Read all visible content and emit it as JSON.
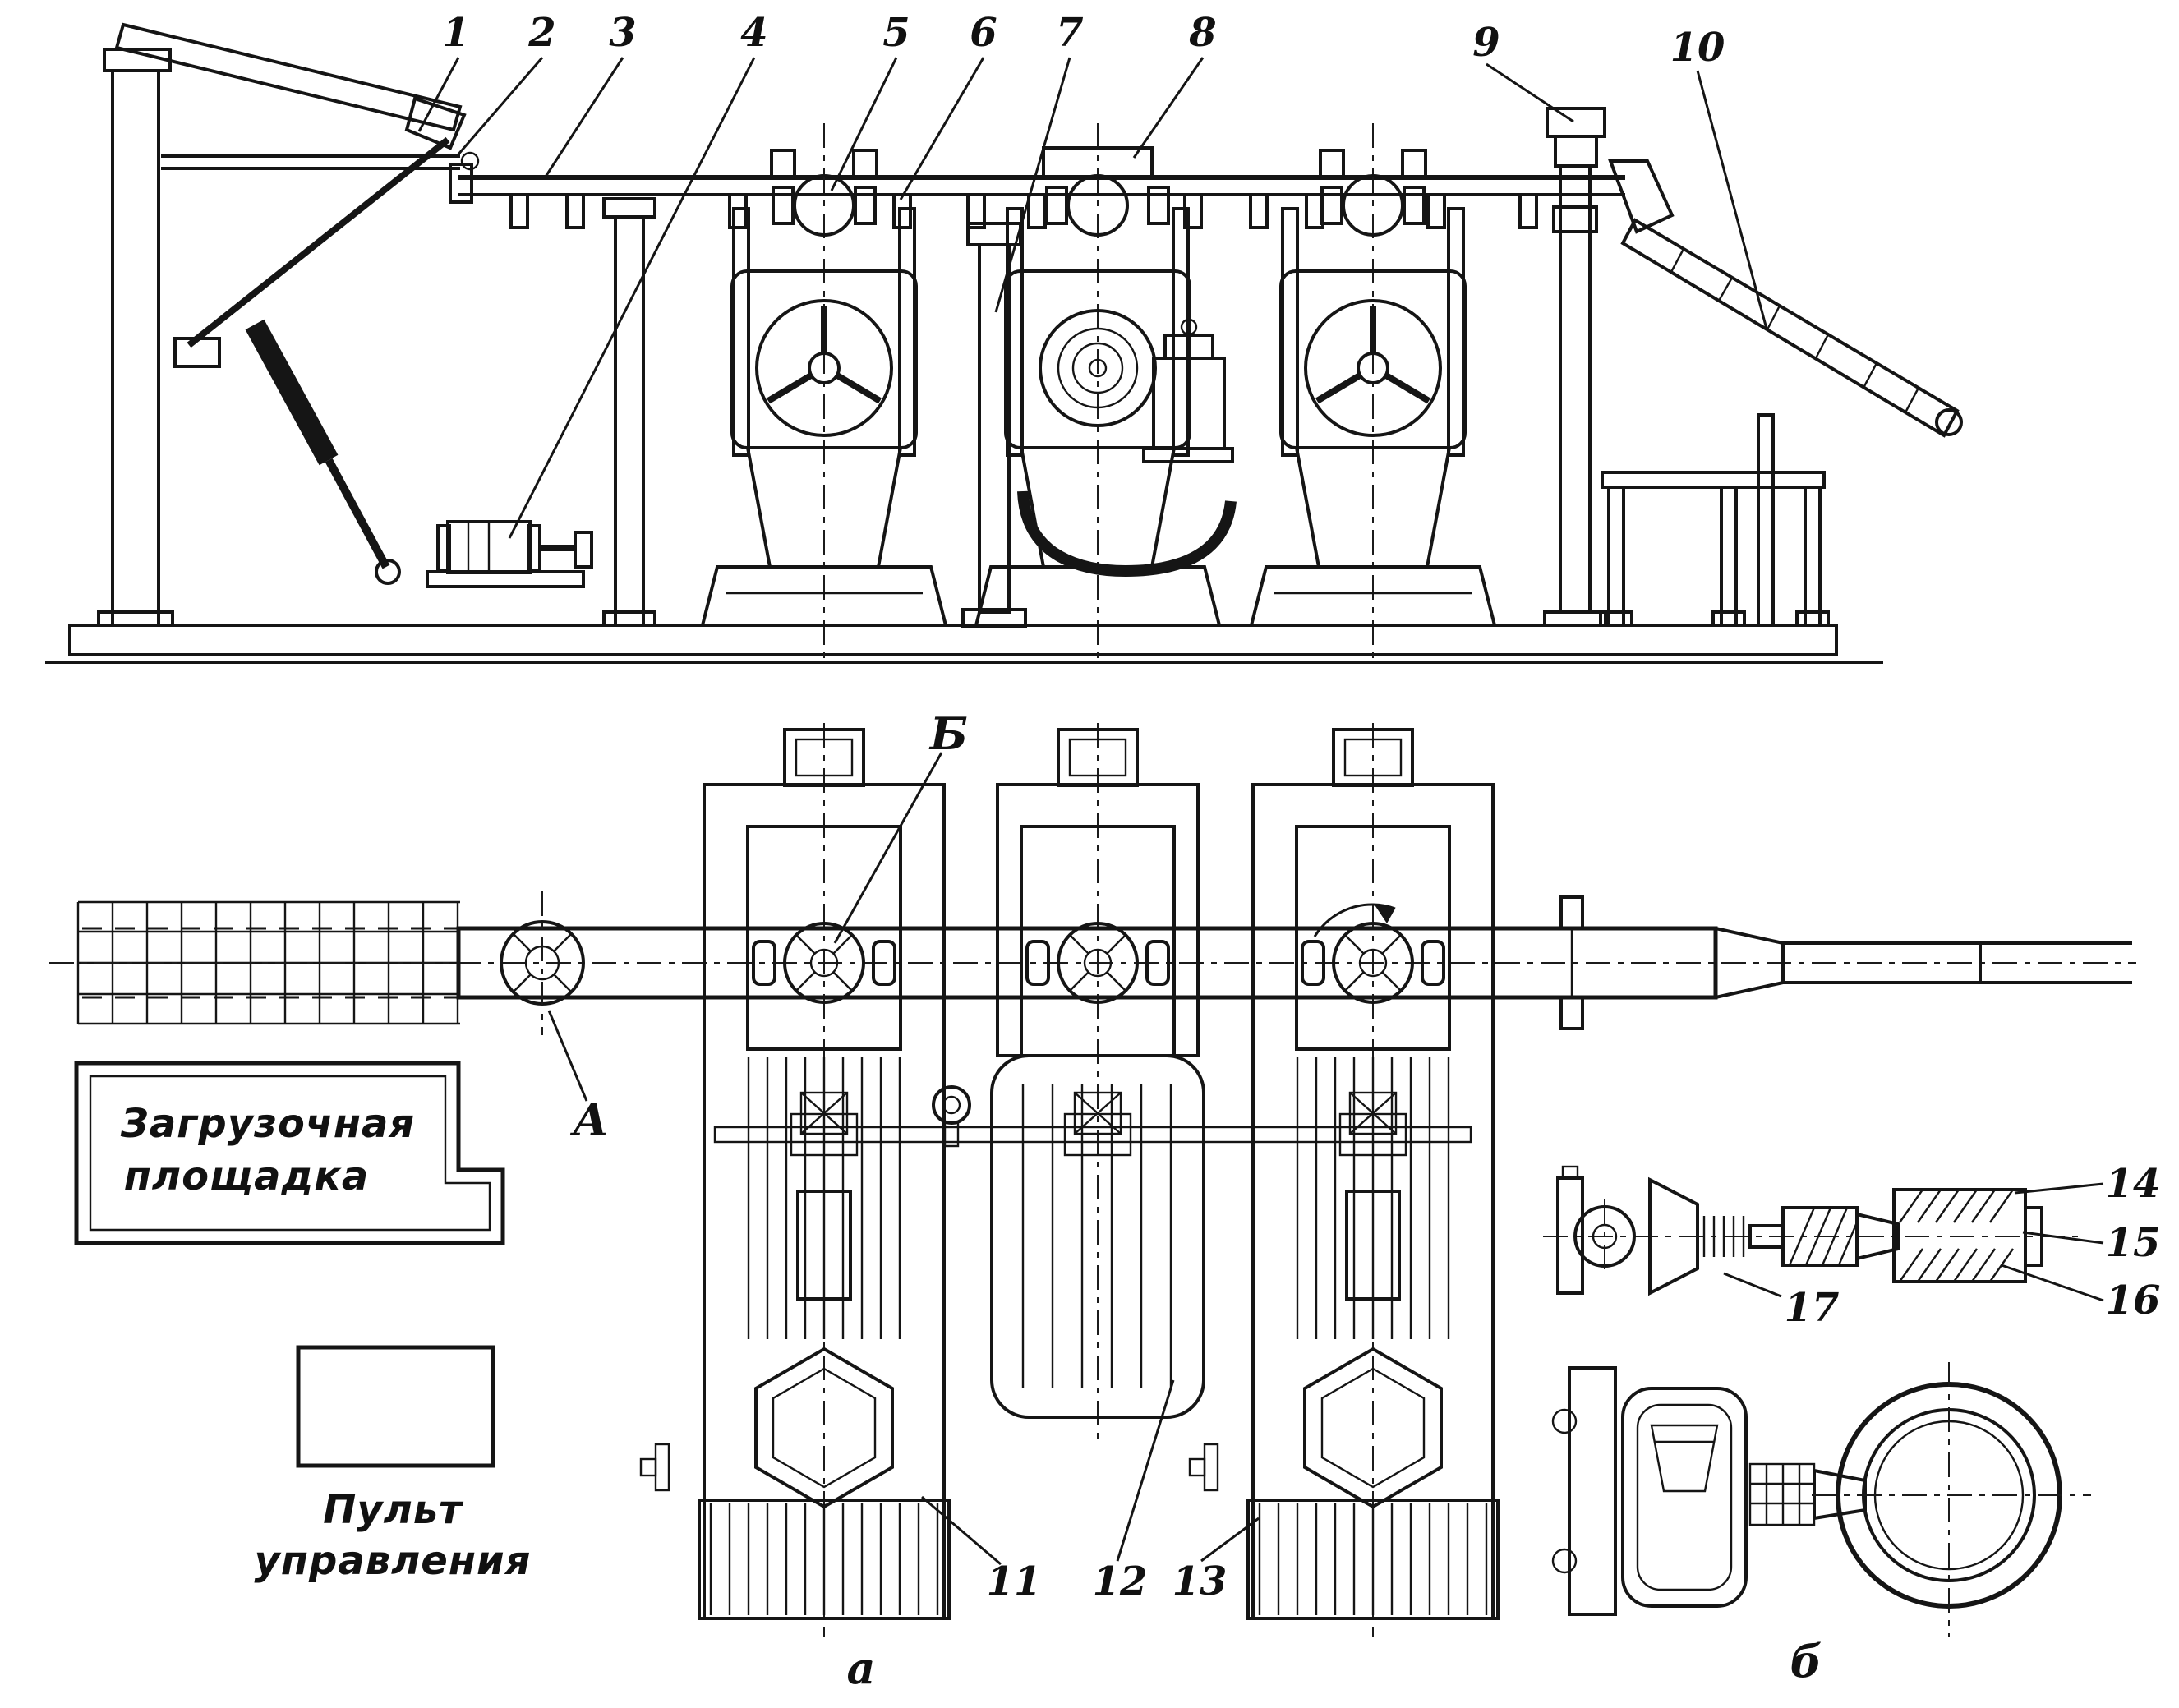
{
  "figure": {
    "type": "technical-diagram",
    "description": "Rolling mill line: side elevation (top), plan view (bottom left) and enlarged details (bottom right)",
    "callouts": [
      "1",
      "2",
      "3",
      "4",
      "5",
      "6",
      "7",
      "8",
      "9",
      "10",
      "11",
      "12",
      "13",
      "14",
      "15",
      "16",
      "17"
    ],
    "points": {
      "a": "А",
      "b": "Б"
    },
    "views": {
      "plan": "а",
      "detail": "б"
    },
    "loading": {
      "line1": "Загрузочная",
      "line2": "площадка"
    },
    "panel": {
      "line1": "Пульт",
      "line2": "управления"
    }
  }
}
